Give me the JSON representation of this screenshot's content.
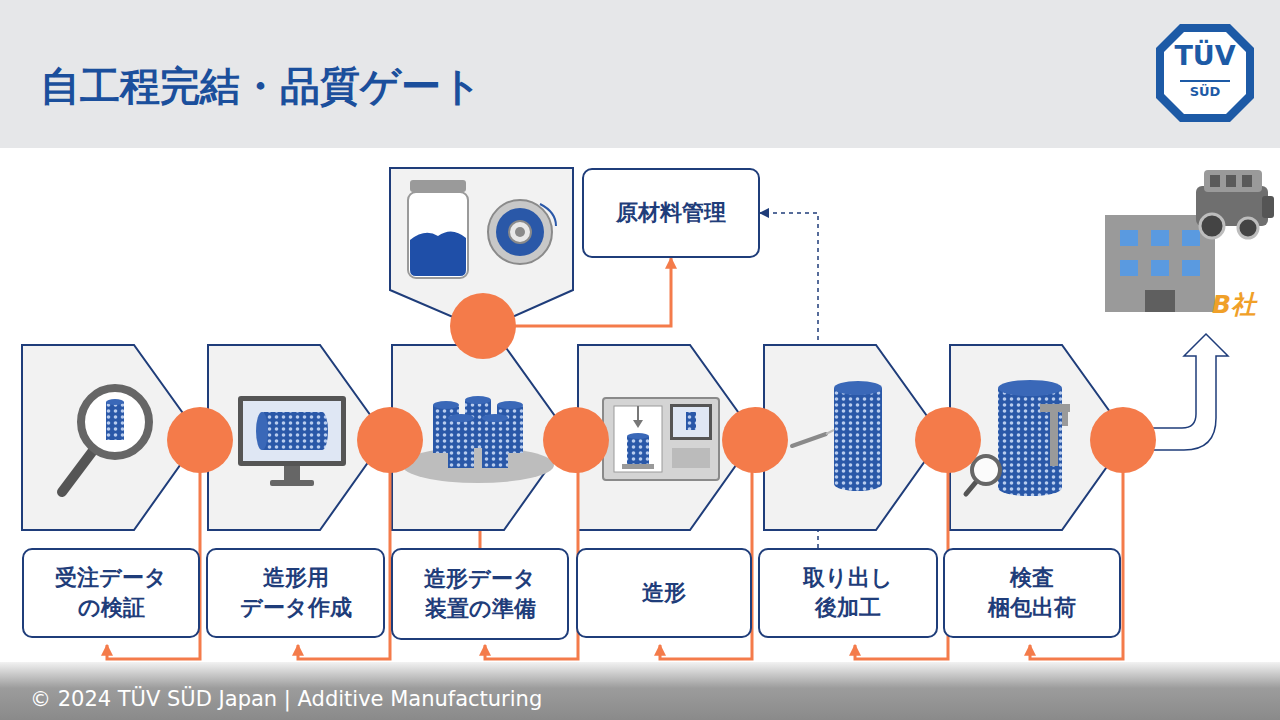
{
  "diagram": {
    "title": "自工程完結・品質ゲート",
    "nodes": [
      {
        "text": [
          "受注データ の検証"
        ]
      },
      {
        "text": [
          "造形用 データ作成"
        ]
      },
      {
        "text": [
          "造形データ 装置の準備"
        ]
      },
      {
        "text": [
          "造形"
        ]
      },
      {
        "text": [
          "取り出し 後加工"
        ]
      },
      {
        "text": [
          "検査 梱包出荷"
        ]
      },
      {
        "text": [
          "原材料管理"
        ]
      }
    ],
    "edges": [
      {
        "from": 2,
        "to": 6,
        "arrow": "to"
      },
      {
        "from": 4,
        "to": 6,
        "arrow": "to"
      }
    ],
    "labels": [
      "TÜV",
      "SÜD",
      "B社",
      "© 2024 TÜV SÜD Japan | Additive Manufacturing"
    ]
  }
}
